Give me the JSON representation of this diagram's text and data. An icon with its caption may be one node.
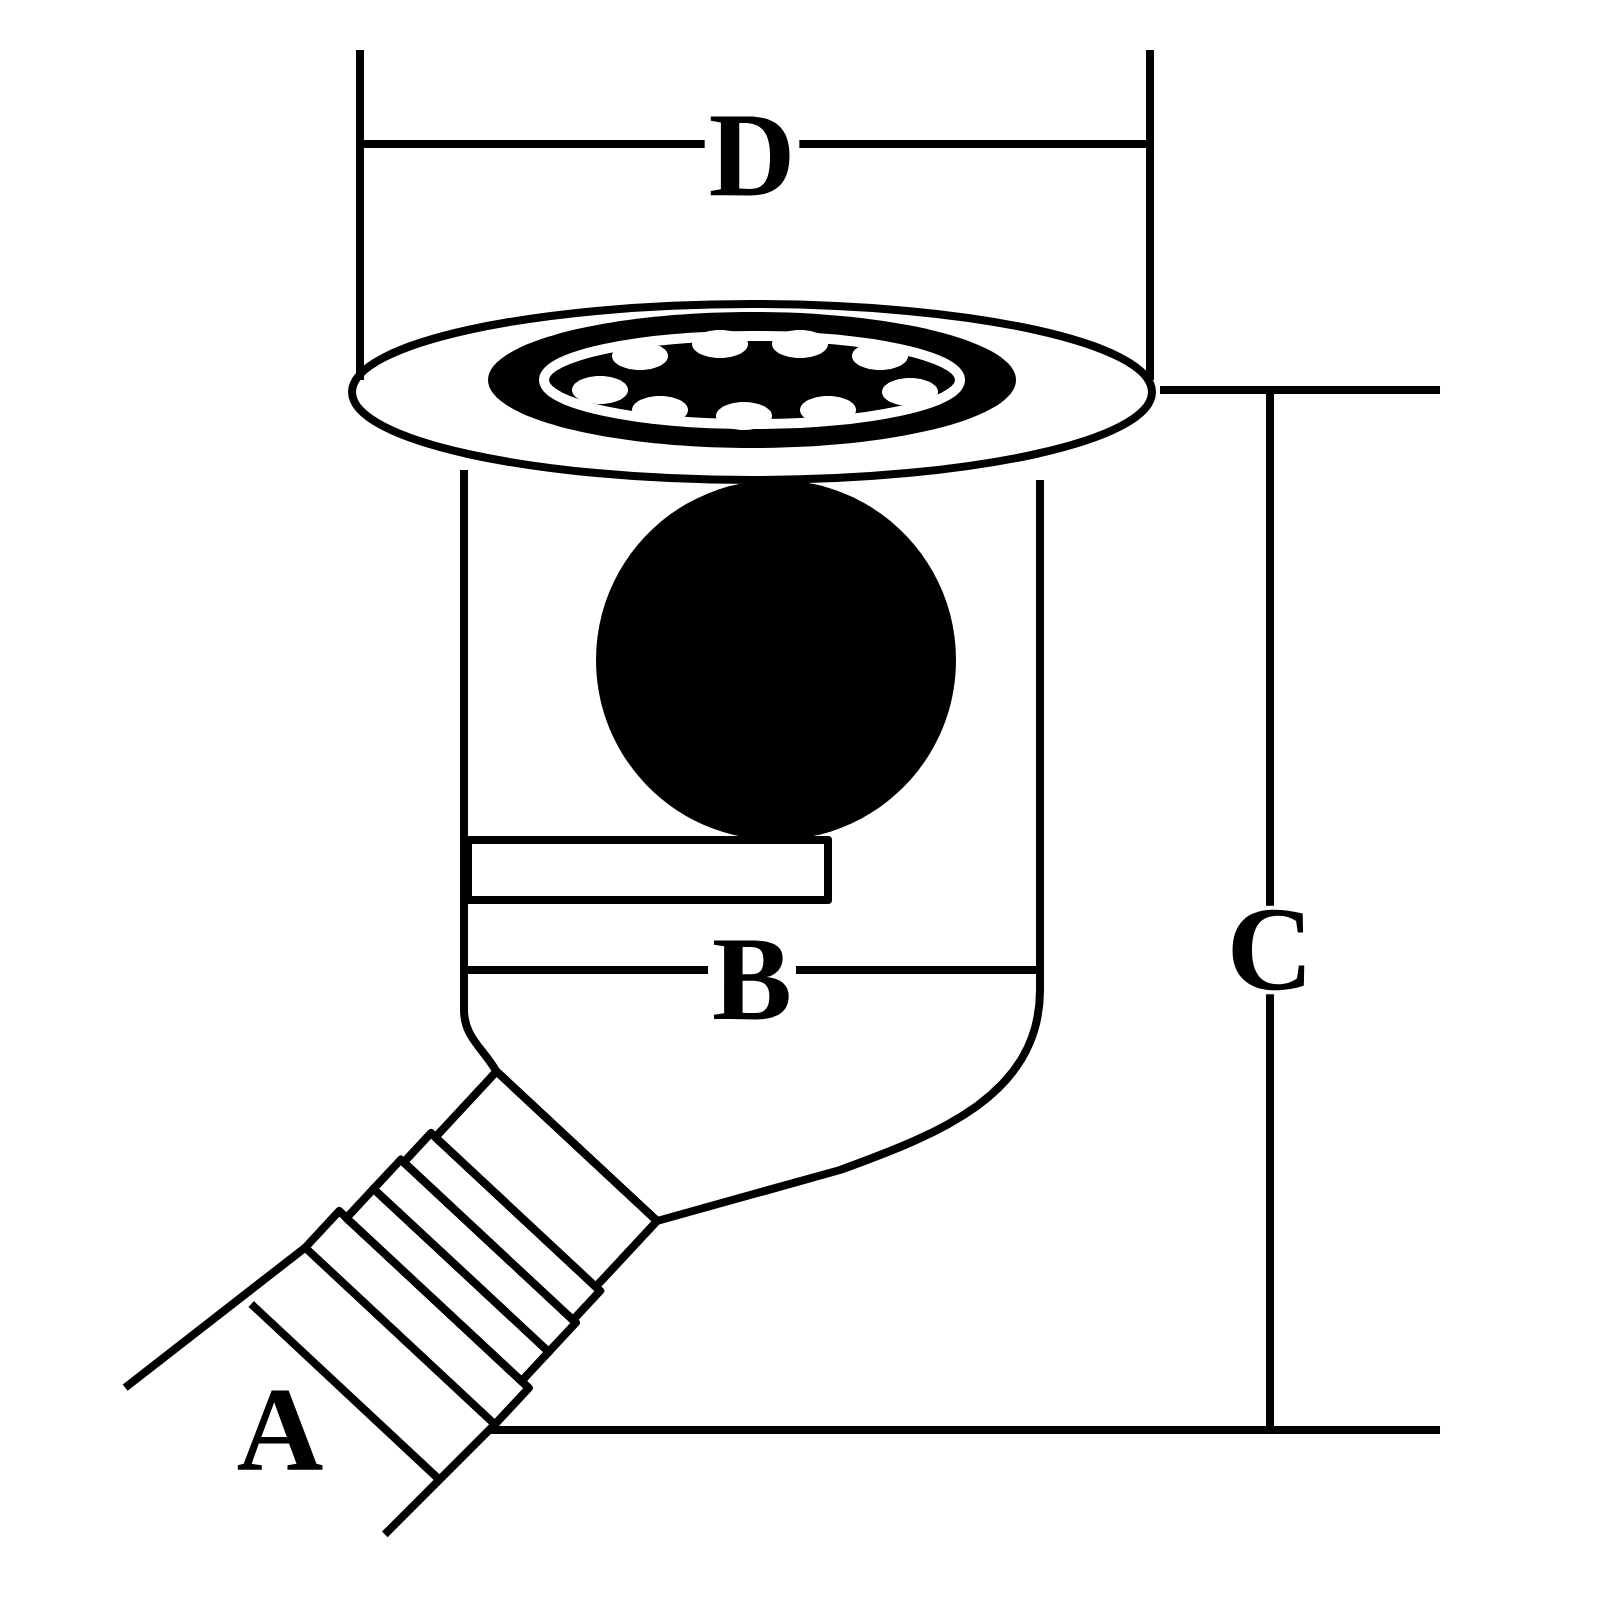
{
  "diagram": {
    "labels": [
      "D",
      "C",
      "B",
      "A"
    ]
  }
}
